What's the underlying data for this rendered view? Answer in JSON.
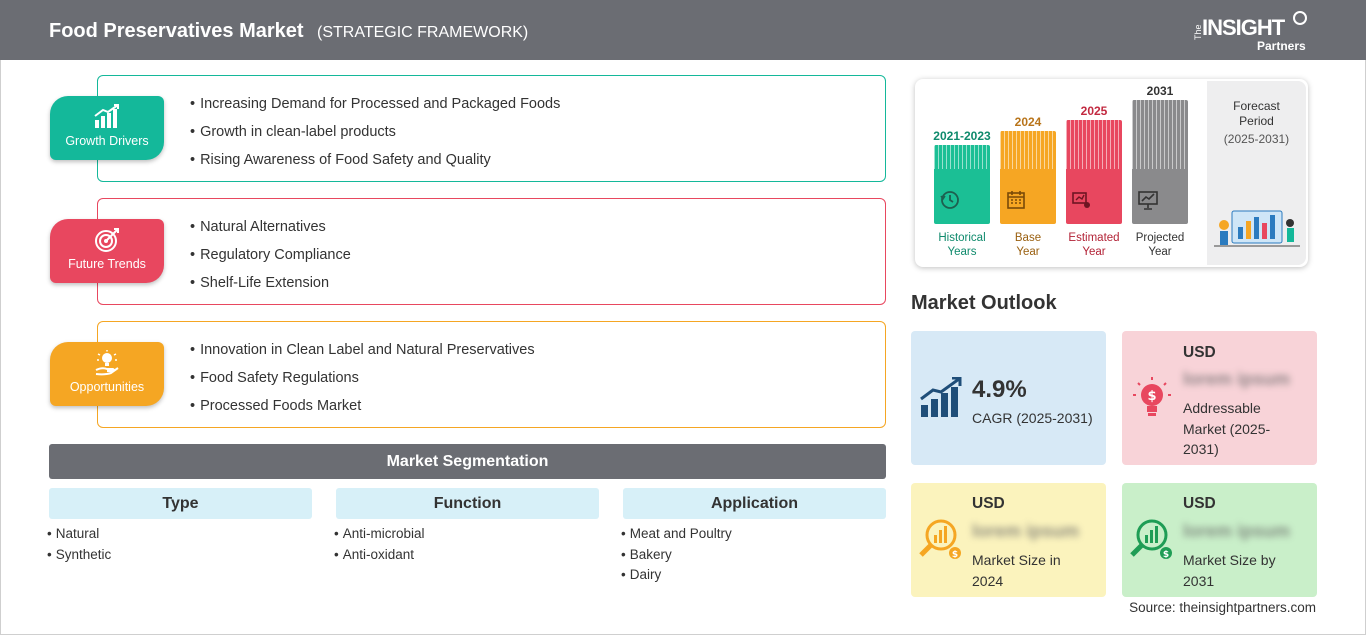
{
  "header": {
    "title": "Food Preservatives Market",
    "subtitle": "(STRATEGIC FRAMEWORK)",
    "logo": {
      "the": "The",
      "insight": "INSIGHT",
      "partners": "Partners"
    }
  },
  "framework": [
    {
      "label": "Growth Drivers",
      "icon": "growth-chart-icon",
      "color": "#14b89a",
      "items": [
        "Increasing Demand for Processed and Packaged Foods",
        "Growth in clean-label products",
        "Rising Awareness of Food Safety and Quality"
      ]
    },
    {
      "label": "Future Trends",
      "icon": "target-icon",
      "color": "#e8475f",
      "items": [
        "Natural Alternatives",
        "Regulatory Compliance",
        "Shelf-Life Extension"
      ]
    },
    {
      "label": "Opportunities",
      "icon": "lightbulb-hand-icon",
      "color": "#f5a623",
      "items": [
        "Innovation in Clean Label and Natural Preservatives",
        "Food Safety Regulations",
        "Processed Foods Market"
      ]
    }
  ],
  "segmentation": {
    "title": "Market Segmentation",
    "columns": [
      {
        "heading": "Type",
        "items": [
          "Natural",
          "Synthetic"
        ]
      },
      {
        "heading": "Function",
        "items": [
          "Anti-microbial",
          "Anti-oxidant"
        ]
      },
      {
        "heading": "Application",
        "items": [
          "Meat and Poultry",
          "Bakery",
          "Dairy"
        ]
      }
    ]
  },
  "timeline": {
    "bars": [
      {
        "year": "2021-2023",
        "caption": [
          "Historical",
          "Years"
        ],
        "color": "#1bbf95",
        "year_color": "#0f8a6c",
        "caption_color": "#0f8a6c",
        "icon": "history-icon"
      },
      {
        "year": "2024",
        "caption": [
          "Base",
          "Year"
        ],
        "color": "#f6a623",
        "year_color": "#b8741a",
        "caption_color": "#9a6010",
        "icon": "calendar-icon"
      },
      {
        "year": "2025",
        "caption": [
          "Estimated",
          "Year"
        ],
        "color": "#e8475f",
        "year_color": "#c22940",
        "caption_color": "#b22236",
        "icon": "estimate-icon"
      },
      {
        "year": "2031",
        "caption": [
          "Projected",
          "Year"
        ],
        "color": "#8a8a8c",
        "year_color": "#333333",
        "caption_color": "#333333",
        "icon": "presentation-icon"
      }
    ],
    "forecast": {
      "title_line1": "Forecast",
      "title_line2": "Period",
      "range": "(2025-2031)"
    }
  },
  "market_outlook": {
    "title": "Market Outlook",
    "cagr": {
      "value": "4.9%",
      "label": "CAGR (2025-2031)",
      "color": "#d7e9f6",
      "icon": "bar-growth-icon"
    },
    "addressable": {
      "usd": "USD",
      "value": "lorem ipsum",
      "label_lines": [
        "Addressable",
        "Market (2025-",
        "2031)"
      ],
      "color": "#f8d3d8",
      "icon": "lightbulb-dollar-icon"
    },
    "size_2024": {
      "usd": "USD",
      "value": "lorem ipsum",
      "label_lines": [
        "Market Size in",
        "2024"
      ],
      "color": "#fbf3bd",
      "icon": "magnifier-chart-icon"
    },
    "size_2031": {
      "usd": "USD",
      "value": "lorem ipsum",
      "label_lines": [
        "Market Size by",
        "2031"
      ],
      "color": "#c9efc9",
      "icon": "magnifier-chart-icon"
    }
  },
  "source": "Source: theinsightpartners.com"
}
